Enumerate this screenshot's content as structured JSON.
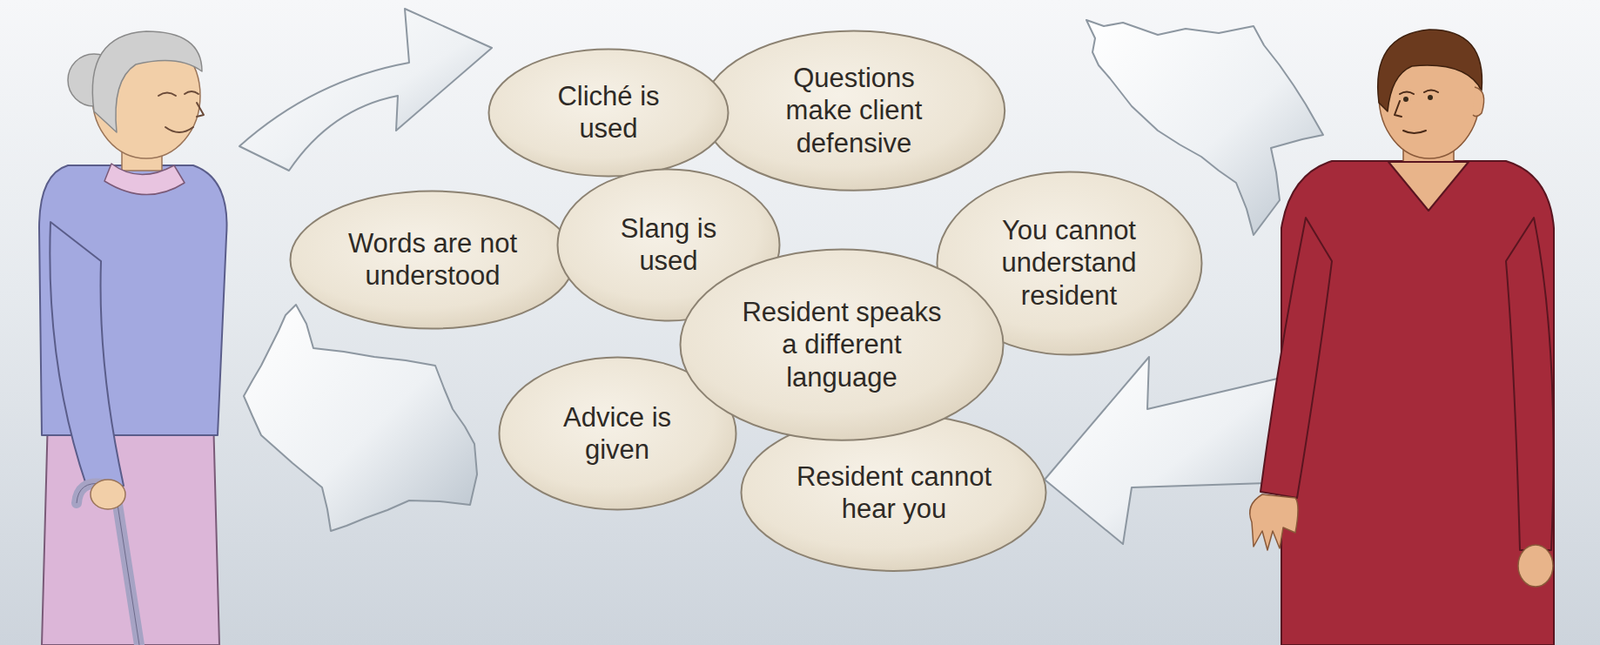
{
  "diagram": {
    "nodes": [
      {
        "text": [
          "Cliché is used"
        ]
      },
      {
        "text": [
          "Questions make client defensive"
        ]
      },
      {
        "text": [
          "Words are not understood"
        ]
      },
      {
        "text": [
          "Slang is used"
        ]
      },
      {
        "text": [
          "You cannot understand resident"
        ]
      },
      {
        "text": [
          "Resident speaks a different language"
        ]
      },
      {
        "text": [
          "Advice is given"
        ]
      },
      {
        "text": [
          "Resident cannot hear you"
        ]
      }
    ]
  }
}
